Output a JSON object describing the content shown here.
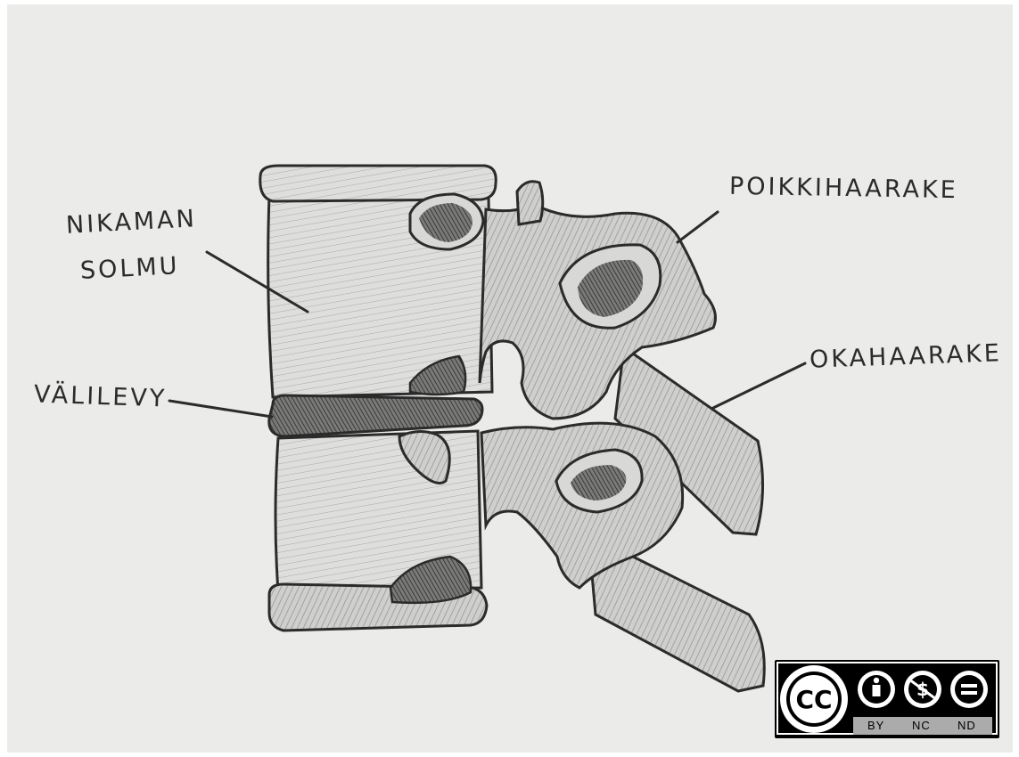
{
  "labels": {
    "nikaman": "NIKAMAN",
    "solmu": "SOLMU",
    "valilevy": "VÄLILEVY",
    "poikkihaarake": "POIKKIHAARAKE",
    "okahaarake": "OKAHAARAKE"
  },
  "license": {
    "badge_text": "CC",
    "terms": [
      "BY",
      "NC",
      "ND"
    ]
  },
  "colors": {
    "paper": "#ebebe9",
    "ink": "#2b2b2b",
    "shade": "#9c9c9a"
  },
  "icons": [
    "cc-icon",
    "attribution-icon",
    "noncommercial-icon",
    "noderivatives-icon"
  ]
}
